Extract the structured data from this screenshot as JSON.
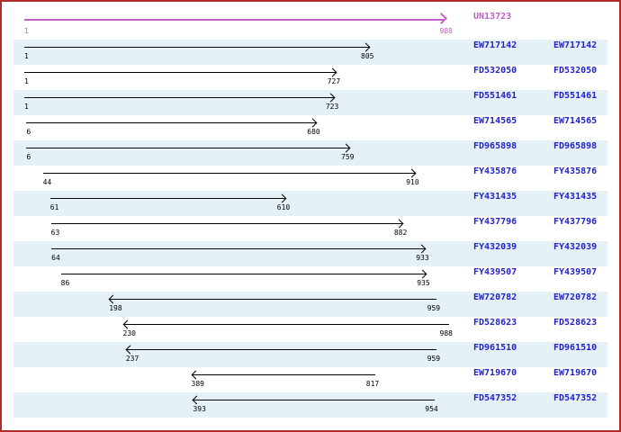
{
  "colors": {
    "border": "#b22b2b",
    "background": "#ffffff",
    "stripe": "#e4f1f7",
    "magenta": "#c45fc4",
    "label_blue": "#2222cc",
    "arrow_black": "#000000"
  },
  "chart_data": {
    "type": "bar",
    "subtype": "interval-alignment",
    "title": "",
    "xlim": [
      1,
      988
    ],
    "grid": false,
    "legend": "none",
    "reference": {
      "name": "UN13723",
      "start": 1,
      "end": 988,
      "direction": "right"
    },
    "label_columns": 2,
    "rows": [
      {
        "label": "EW717142",
        "start": 1,
        "end": 805,
        "direction": "right"
      },
      {
        "label": "FD532050",
        "start": 1,
        "end": 727,
        "direction": "right"
      },
      {
        "label": "FD551461",
        "start": 1,
        "end": 723,
        "direction": "right"
      },
      {
        "label": "EW714565",
        "start": 6,
        "end": 680,
        "direction": "right"
      },
      {
        "label": "FD965898",
        "start": 6,
        "end": 759,
        "direction": "right"
      },
      {
        "label": "FY435876",
        "start": 44,
        "end": 910,
        "direction": "right"
      },
      {
        "label": "FY431435",
        "start": 61,
        "end": 610,
        "direction": "right"
      },
      {
        "label": "FY437796",
        "start": 63,
        "end": 882,
        "direction": "right"
      },
      {
        "label": "FY432039",
        "start": 64,
        "end": 933,
        "direction": "right"
      },
      {
        "label": "FY439507",
        "start": 86,
        "end": 935,
        "direction": "right"
      },
      {
        "label": "EW720782",
        "start": 198,
        "end": 959,
        "direction": "left"
      },
      {
        "label": "FD528623",
        "start": 230,
        "end": 988,
        "direction": "left"
      },
      {
        "label": "FD961510",
        "start": 237,
        "end": 959,
        "direction": "left"
      },
      {
        "label": "EW719670",
        "start": 389,
        "end": 817,
        "direction": "left"
      },
      {
        "label": "FD547352",
        "start": 393,
        "end": 954,
        "direction": "left"
      }
    ]
  }
}
